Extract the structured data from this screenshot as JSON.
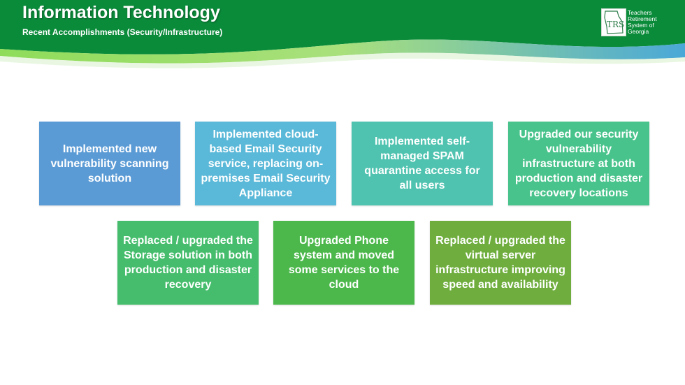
{
  "header": {
    "title": "Information Technology",
    "subtitle": "Recent Accomplishments (Security/Infrastructure)",
    "colors": {
      "banner_green": "#0a8b3a",
      "wave_light_green": "#7ed957",
      "wave_blue": "#4aa8d8"
    }
  },
  "logo": {
    "mark": "TRS",
    "lines": [
      "Teachers",
      "Retirement",
      "System of",
      "Georgia"
    ]
  },
  "accomplishments": [
    {
      "text": "Implemented new vulnerability scanning solution",
      "color": "#5b9bd5"
    },
    {
      "text": "Implemented cloud-based Email Security service, replacing on-premises Email Security Appliance",
      "color": "#5ab8d8"
    },
    {
      "text": "Implemented self-managed SPAM quarantine access for all users",
      "color": "#4fc3b0"
    },
    {
      "text": "Upgraded our security vulnerability infrastructure at both production and disaster recovery locations",
      "color": "#48c38b"
    },
    {
      "text": "Replaced / upgraded the Storage solution in both production and disaster recovery",
      "color": "#45bd6c"
    },
    {
      "text": "Upgraded Phone system and moved some services to the cloud",
      "color": "#4cb84c"
    },
    {
      "text": "Replaced / upgraded the virtual server infrastructure improving speed and availability",
      "color": "#6fae3e"
    }
  ]
}
